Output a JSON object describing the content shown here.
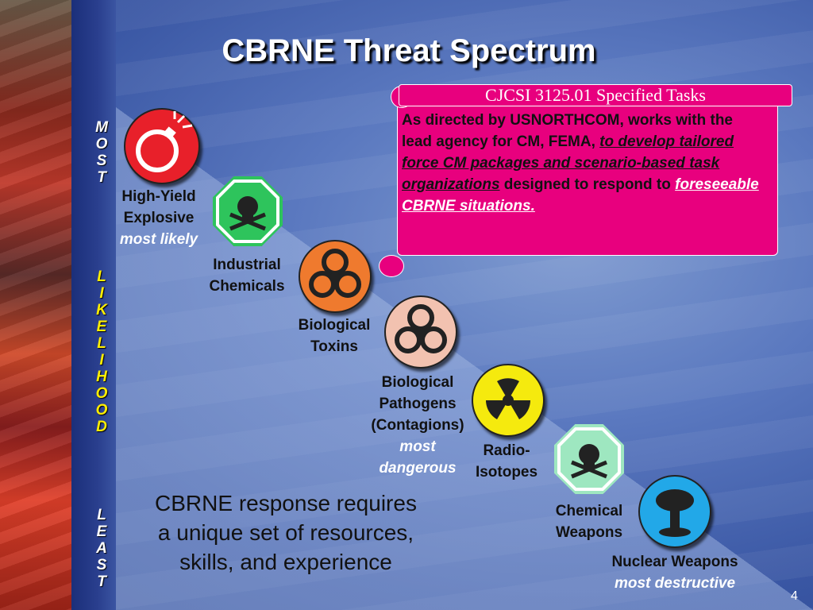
{
  "title": "CBRNE Threat Spectrum",
  "axis": {
    "most": [
      "M",
      "O",
      "S",
      "T"
    ],
    "likelihood": [
      "L",
      "I",
      "K",
      "E",
      "L",
      "I",
      "H",
      "O",
      "O",
      "D"
    ],
    "least": [
      "L",
      "E",
      "A",
      "S",
      "T"
    ]
  },
  "scroll": {
    "heading": "CJCSI 3125.01 Specified Tasks",
    "text_a": "As directed by USNORTHCOM, works with the lead agency for CM, FEMA, ",
    "text_b": "to develop tailored force CM packages and scenario-based task organizations",
    "text_c": " designed to respond to ",
    "text_d": "foreseeable CBRNE situations."
  },
  "threats": [
    {
      "name_1": "High-Yield",
      "name_2": "Explosive",
      "note": "most likely",
      "icon": "bomb-icon",
      "color": "#e8202a"
    },
    {
      "name_1": "Industrial",
      "name_2": "Chemicals",
      "note": "",
      "icon": "skull-crossbones-icon",
      "color": "#2ec45c"
    },
    {
      "name_1": "Biological",
      "name_2": "Toxins",
      "note": "",
      "icon": "biohazard-icon",
      "color": "#ef7a2e"
    },
    {
      "name_1": "Biological",
      "name_2": "Pathogens",
      "name_3": "(Contagions)",
      "note_1": "most",
      "note_2": "dangerous",
      "icon": "biohazard-icon",
      "color": "#f2c2b0"
    },
    {
      "name_1": "Radio-",
      "name_2": "Isotopes",
      "note": "",
      "icon": "radiation-icon",
      "color": "#f5ea0e"
    },
    {
      "name_1": "Chemical",
      "name_2": "Weapons",
      "note": "",
      "icon": "skull-crossbones-icon",
      "color": "#9ee7c0"
    },
    {
      "name_1": "Nuclear Weapons",
      "note": "most destructive",
      "icon": "mushroom-cloud-icon",
      "color": "#22a8e8"
    }
  ],
  "body": {
    "line_1": "CBRNE response requires",
    "line_2": "a unique set of resources,",
    "line_3": "skills, and experience"
  },
  "page_number": "4"
}
